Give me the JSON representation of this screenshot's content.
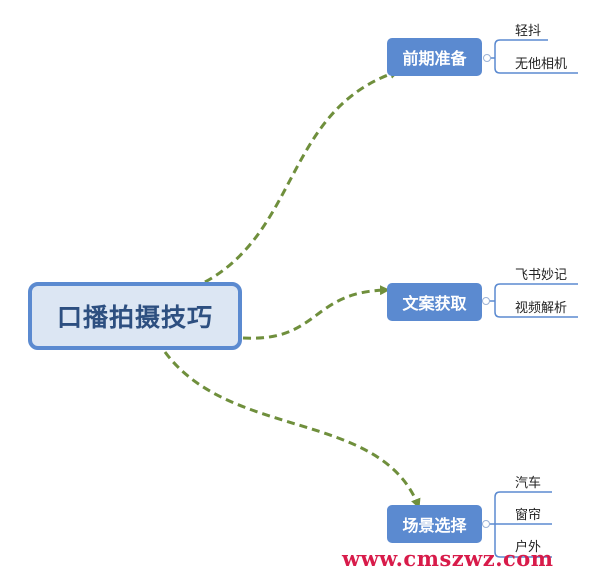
{
  "root": {
    "label": "口播拍摄技巧"
  },
  "branches": [
    {
      "label": "前期准备",
      "leaves": [
        "轻抖",
        "无他相机"
      ]
    },
    {
      "label": "文案获取",
      "leaves": [
        "飞书妙记",
        "视频解析"
      ]
    },
    {
      "label": "场景选择",
      "leaves": [
        "汽车",
        "窗帘",
        "户外"
      ]
    }
  ],
  "watermark": "www.cmszwz.com",
  "colors": {
    "node_fill": "#5b8ad0",
    "root_fill": "#dce6f3",
    "connector": "#6f8f3c",
    "watermark": "#d81b4a"
  }
}
